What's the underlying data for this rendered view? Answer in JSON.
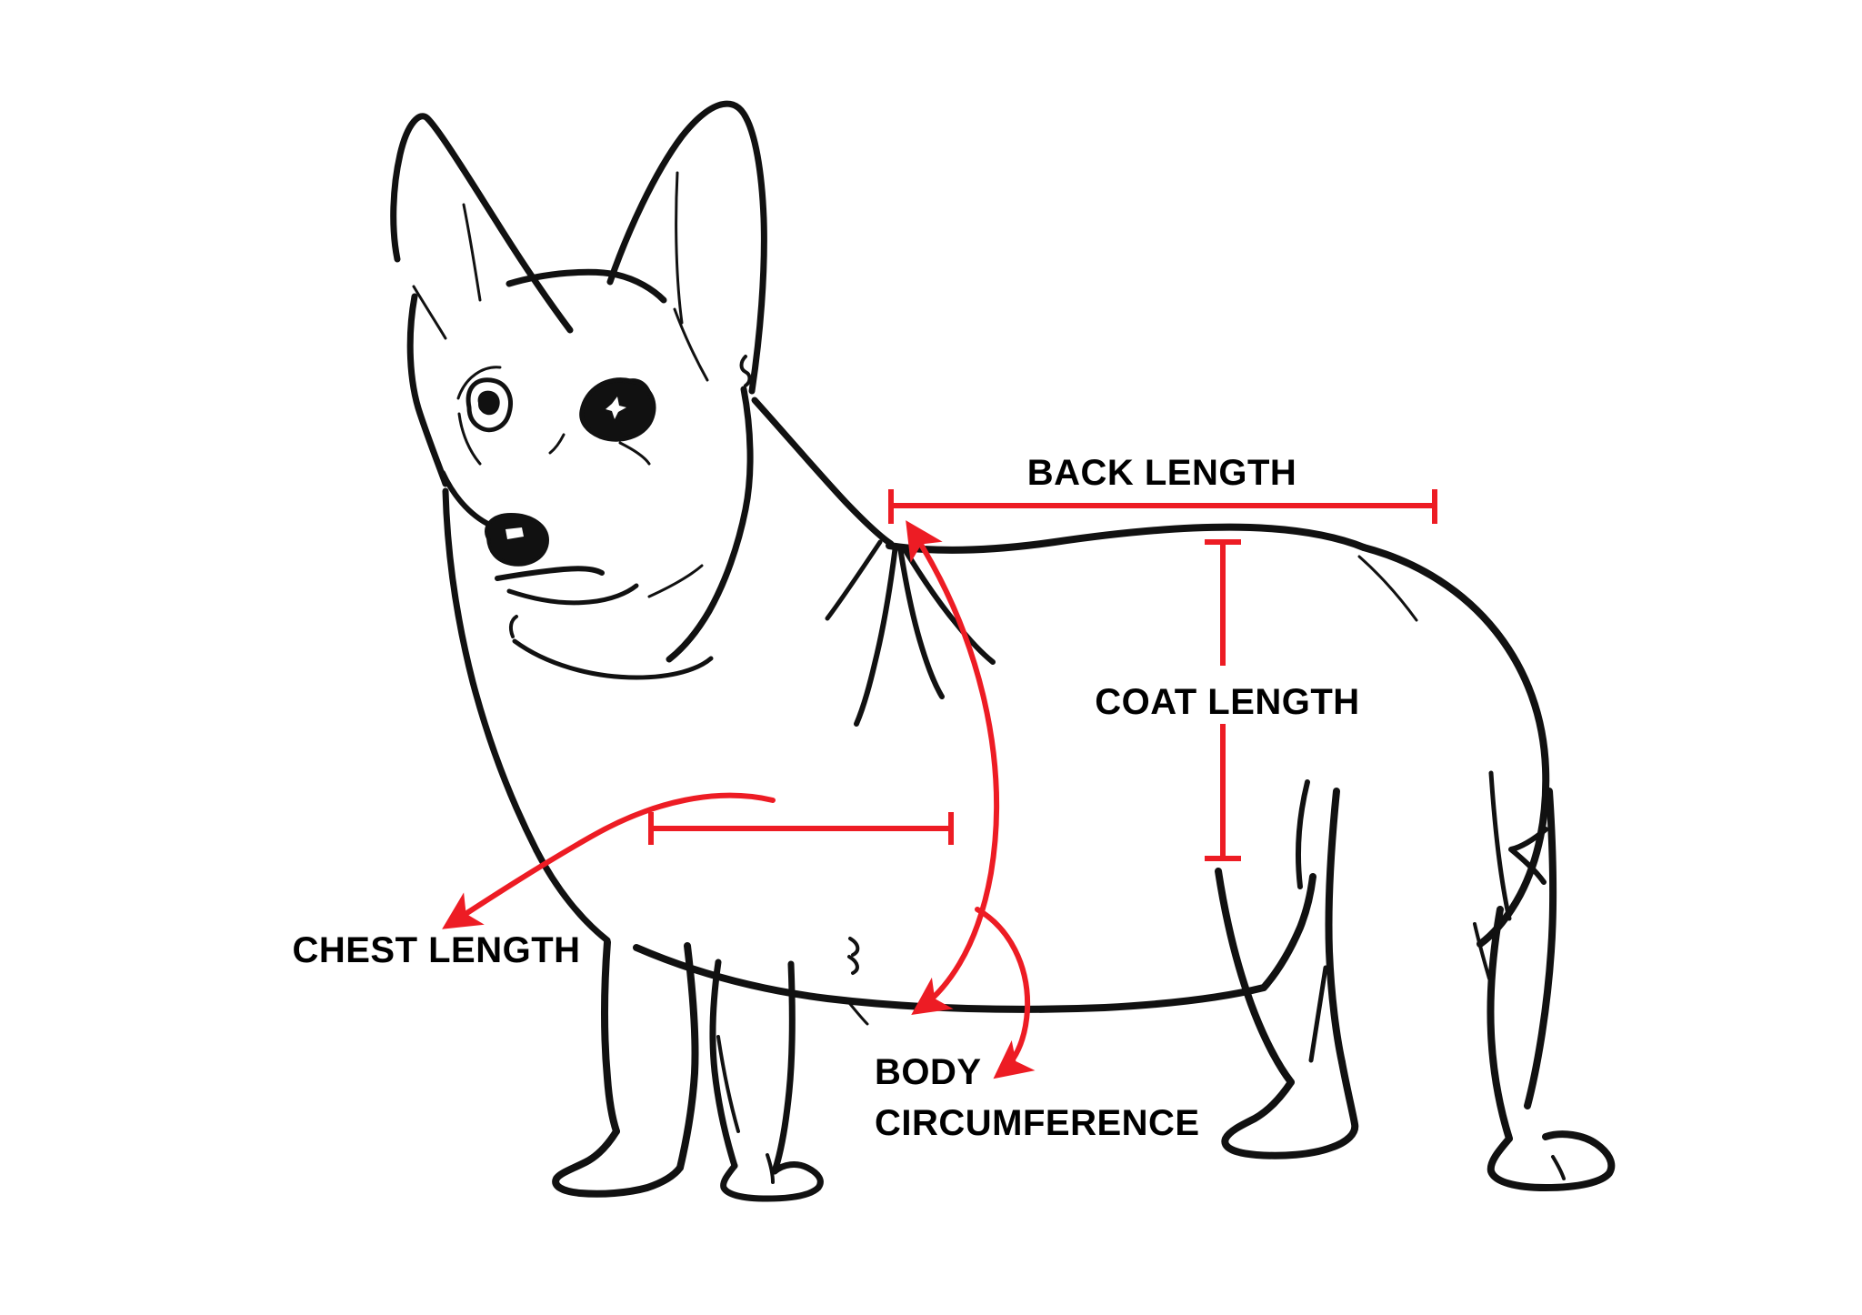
{
  "document": {
    "type": "pet-measurement-diagram",
    "subject": "corgi dog side profile line drawing",
    "background_color": "#ffffff",
    "line_color": "#000000",
    "accent_color": "#ed1c24"
  },
  "measurements": [
    {
      "id": "back-length",
      "label": "BACK LENGTH",
      "marker": "horizontal-bar-with-end-caps",
      "label_x": 1278,
      "label_y": 533,
      "font_size": 40
    },
    {
      "id": "coat-length",
      "label": "COAT LENGTH",
      "marker": "vertical-bar-with-end-caps",
      "label_x": 1350,
      "label_y": 770,
      "font_size": 40
    },
    {
      "id": "chest-length",
      "label": "CHEST LENGTH",
      "marker": "horizontal-bar-with-curved-leader-arrow",
      "label_x": 480,
      "label_y": 1042,
      "font_size": 40
    },
    {
      "id": "body-circumference",
      "label_line_1": "BODY",
      "label_line_2": "CIRCUMFERENCE",
      "marker": "double-headed-curved-arrow-with-leader",
      "label_x": 960,
      "label_y": 1176,
      "label_y2": 1232,
      "font_size": 40
    }
  ]
}
